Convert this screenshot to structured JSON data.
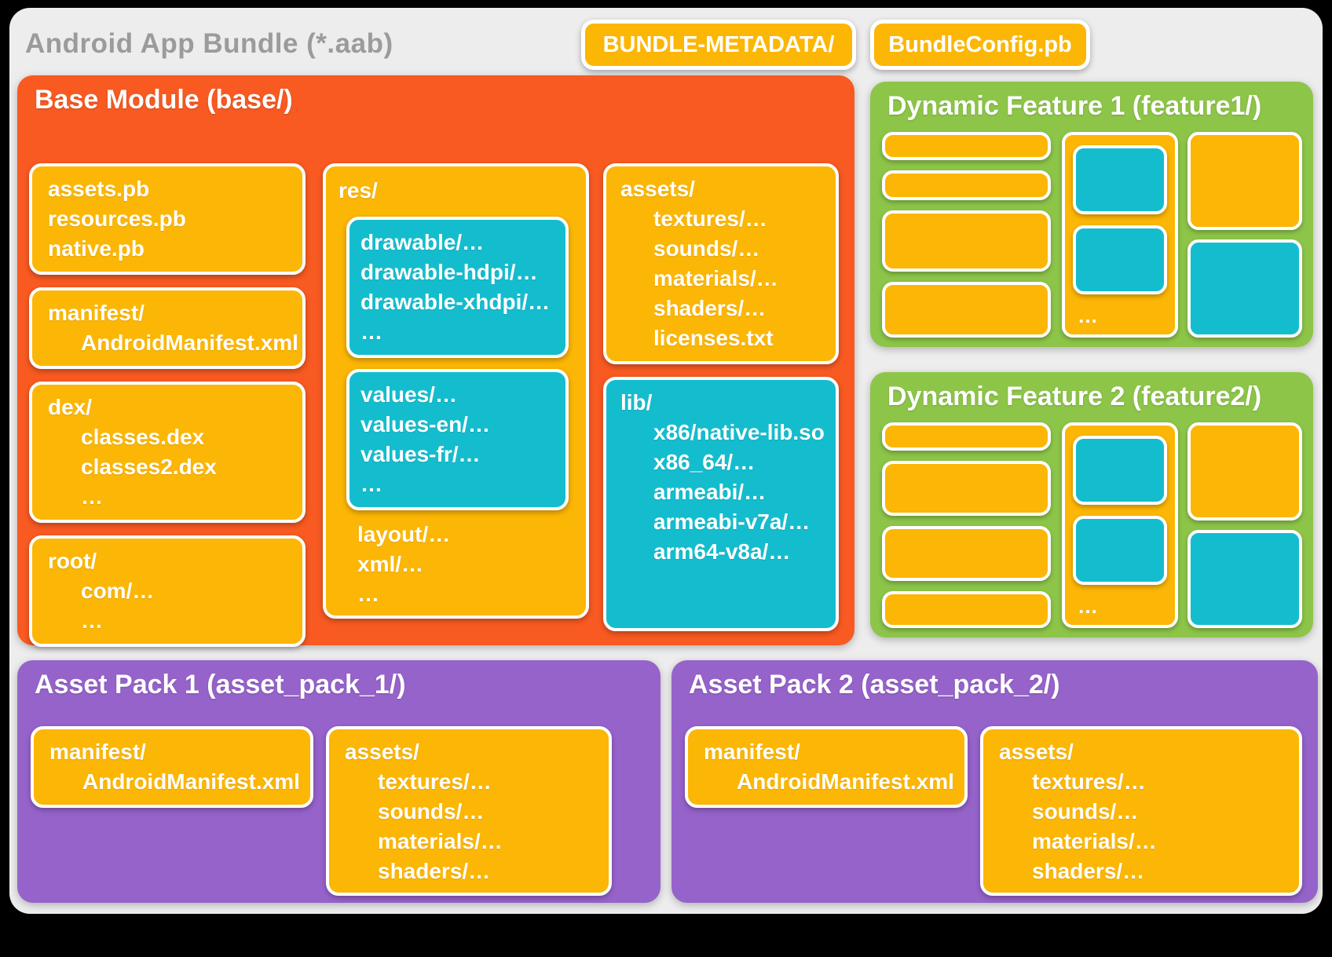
{
  "title": "Android App Bundle (*.aab)",
  "badges": {
    "metadata": "BUNDLE-METADATA/",
    "config": "BundleConfig.pb"
  },
  "colors": {
    "orange": "#F85A22",
    "yellow": "#FCB605",
    "teal": "#14BDCE",
    "green": "#8DC549",
    "purple": "#9663CB",
    "card": "#EDEDED",
    "title_gray": "#9B9B9B"
  },
  "base": {
    "title": "Base Module (base/)",
    "files": [
      "assets.pb",
      "resources.pb",
      "native.pb"
    ],
    "manifest": [
      "manifest/",
      "AndroidManifest.xml"
    ],
    "dex": [
      "dex/",
      "classes.dex",
      "classes2.dex",
      "…"
    ],
    "root": [
      "root/",
      "com/…",
      "…"
    ],
    "res": {
      "label": "res/",
      "drawables": [
        "drawable/…",
        "drawable-hdpi/…",
        "drawable-xhdpi/…",
        "…"
      ],
      "values": [
        "values/…",
        "values-en/…",
        "values-fr/…",
        "…"
      ],
      "tail": [
        "layout/…",
        "xml/…",
        "…"
      ]
    },
    "assets": [
      "assets/",
      "textures/…",
      "sounds/…",
      "materials/…",
      "shaders/…",
      "licenses.txt"
    ],
    "lib": [
      "lib/",
      "x86/native-lib.so",
      "x86_64/…",
      "armeabi/…",
      "armeabi-v7a/…",
      "arm64-v8a/…"
    ]
  },
  "feature1": {
    "title": "Dynamic Feature 1 (feature1/)",
    "ellipsis": "…"
  },
  "feature2": {
    "title": "Dynamic Feature 2 (feature2/)",
    "ellipsis": "…"
  },
  "asset_pack_1": {
    "title": "Asset Pack 1 (asset_pack_1/)",
    "manifest": [
      "manifest/",
      "AndroidManifest.xml"
    ],
    "assets": [
      "assets/",
      "textures/…",
      "sounds/…",
      "materials/…",
      "shaders/…"
    ]
  },
  "asset_pack_2": {
    "title": "Asset Pack 2 (asset_pack_2/)",
    "manifest": [
      "manifest/",
      "AndroidManifest.xml"
    ],
    "assets": [
      "assets/",
      "textures/…",
      "sounds/…",
      "materials/…",
      "shaders/…"
    ]
  }
}
